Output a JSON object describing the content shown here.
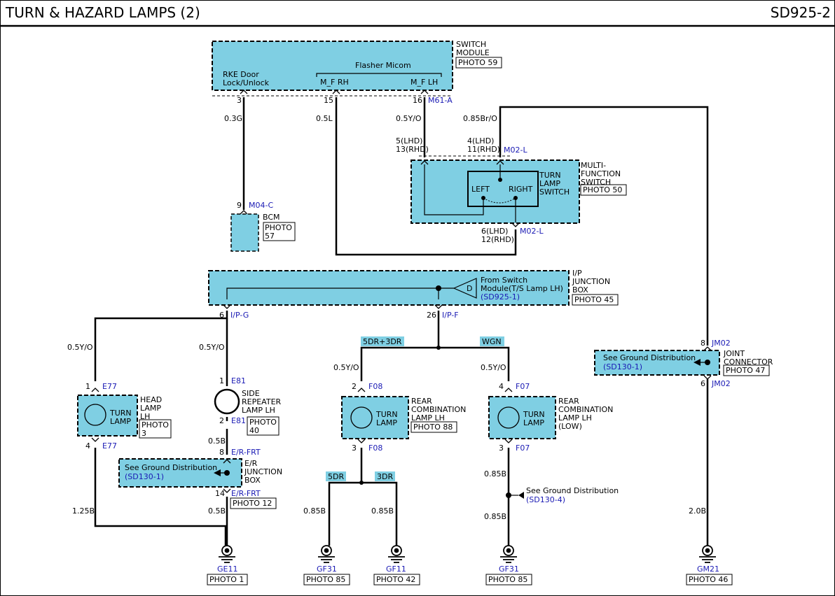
{
  "header": {
    "title": "TURN & HAZARD LAMPS (2)",
    "code": "SD925-2"
  },
  "colors": {
    "component_fill": "#7fcfe3",
    "tag_fill": "#7fcfe3",
    "connector_text": "#1a1ab4",
    "wire": "#000000"
  },
  "switch_module": {
    "name": "SWITCH\nMODULE",
    "photo": "PHOTO 59",
    "rke": "RKE Door\nLock/Unlock",
    "flasher": "Flasher Micom",
    "pin_rh": "M_F RH",
    "pin_lh": "M_F LH",
    "pin3": "3",
    "pin15": "15",
    "pin16": "16",
    "conn": "M61-A"
  },
  "wires": {
    "w03g": "0.3G",
    "w05l": "0.5L",
    "w05yo_a": "0.5Y/O",
    "w085bro": "0.85Br/O",
    "w05yo_b": "0.5Y/O",
    "w05yo_c": "0.5Y/O",
    "w05yo_d": "0.5Y/O",
    "w05yo_e": "0.5Y/O",
    "w05b_a": "0.5B",
    "w05b_b": "0.5B",
    "w125b": "1.25B",
    "w085b_a": "0.85B",
    "w085b_b": "0.85B",
    "w085b_c": "0.85B",
    "w085b_d": "0.85B",
    "w20b": "2.0B"
  },
  "multi_function": {
    "name": "MULTI-\nFUNCTION\nSWITCH",
    "photo": "PHOTO 50",
    "switch_label": "TURN\nLAMP\nSWITCH",
    "left": "LEFT",
    "right": "RIGHT",
    "pin_left": "5(LHD)\n13(RHD)",
    "pin_right": "4(LHD)\n11(RHD)",
    "conn_top": "M02-L",
    "pin_bottom": "6(LHD)\n12(RHD)",
    "conn_bottom": "M02-L"
  },
  "bcm": {
    "name": "BCM",
    "photo": "PHOTO\n57",
    "pin": "9",
    "conn": "M04-C"
  },
  "ip_box": {
    "name": "I/P\nJUNCTION\nBOX",
    "photo": "PHOTO 45",
    "diode": "D",
    "from": "From Switch\nModule(T/S Lamp LH)",
    "ref": "(SD925-1)",
    "pin6": "6",
    "conn6": "I/P-G",
    "pin26": "26",
    "conn26": "I/P-F"
  },
  "options": {
    "opt1": "5DR+3DR",
    "opt2": "WGN",
    "opt3": "5DR",
    "opt4": "3DR"
  },
  "head_lamp": {
    "name": "HEAD\nLAMP\nLH",
    "label": "TURN\nLAMP",
    "photo": "PHOTO\n3",
    "pin_top": "1",
    "conn_top": "E77",
    "pin_bottom": "4",
    "conn_bottom": "E77"
  },
  "side_repeater": {
    "name": "SIDE\nREPEATER\nLAMP LH",
    "photo": "PHOTO\n40",
    "pin_top": "1",
    "conn_top": "E81",
    "pin_bottom": "2",
    "conn_bottom": "E81"
  },
  "er_box": {
    "name": "E/R\nJUNCTION\nBOX",
    "photo": "PHOTO 12",
    "gd": "See Ground Distribution",
    "gd_ref": "(SD130-1)",
    "pin8": "8",
    "conn8": "E/R-FRT",
    "pin14": "14",
    "conn14": "E/R-FRT"
  },
  "rear_lh": {
    "name": "REAR\nCOMBINATION\nLAMP LH",
    "label": "TURN\nLAMP",
    "photo": "PHOTO 88",
    "pin_top": "2",
    "conn_top": "F08",
    "pin_bottom": "3",
    "conn_bottom": "F08"
  },
  "rear_low": {
    "name": "REAR\nCOMBINATION\nLAMP LH\n(LOW)",
    "label": "TURN\nLAMP",
    "pin_top": "4",
    "conn_top": "F07",
    "pin_bottom": "3",
    "conn_bottom": "F07"
  },
  "ground_splice": {
    "text": "See Ground Distribution",
    "ref": "(SD130-4)"
  },
  "joint": {
    "name": "JOINT\nCONNECTOR",
    "photo": "PHOTO 47",
    "gd": "See Ground Distribution",
    "gd_ref": "(SD130-1)",
    "pin_top": "8",
    "conn_top": "JM02",
    "pin_bottom": "6",
    "conn_bottom": "JM02"
  },
  "grounds": [
    {
      "name": "GE11",
      "photo": "PHOTO 1"
    },
    {
      "name": "GF31",
      "photo": "PHOTO 85"
    },
    {
      "name": "GF11",
      "photo": "PHOTO 42"
    },
    {
      "name": "GF31",
      "photo": "PHOTO 85"
    },
    {
      "name": "GM21",
      "photo": "PHOTO 46"
    }
  ]
}
